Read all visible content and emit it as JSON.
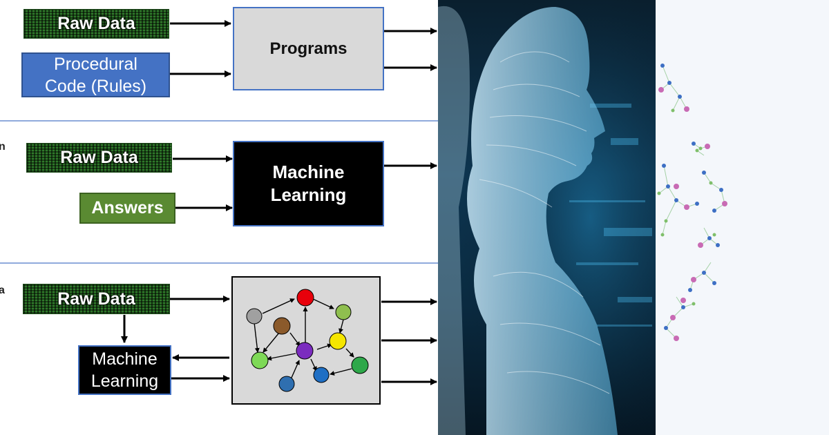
{
  "panel1": {
    "raw_data": "Raw Data",
    "procedural_code": "Procedural Code (Rules)",
    "programs": "Programs"
  },
  "panel2": {
    "raw_data": "Raw Data",
    "answers": "Answers",
    "machine_learning": "Machine Learning"
  },
  "panel3": {
    "raw_data": "Raw Data",
    "machine_learning": "Machine Learning"
  },
  "edge_letters": [
    "n",
    "a"
  ],
  "colors": {
    "arrow": "#000000",
    "divider": "#8faadc",
    "procedural_code_box": "#4472c4",
    "answers_box": "#5a8a32",
    "programs_box": "#d9d9d9",
    "ml_box": "#000000",
    "graph_nodes": [
      "#e8000b",
      "#a0a0a0",
      "#8b5a2b",
      "#8fbf4f",
      "#7b2cbf",
      "#f5e600",
      "#7ed957",
      "#2f6fb0",
      "#1f6fc4",
      "#2ea84a"
    ]
  },
  "images": {
    "ai_portrait": "ai-head-profile",
    "network_graph": "node-network"
  }
}
